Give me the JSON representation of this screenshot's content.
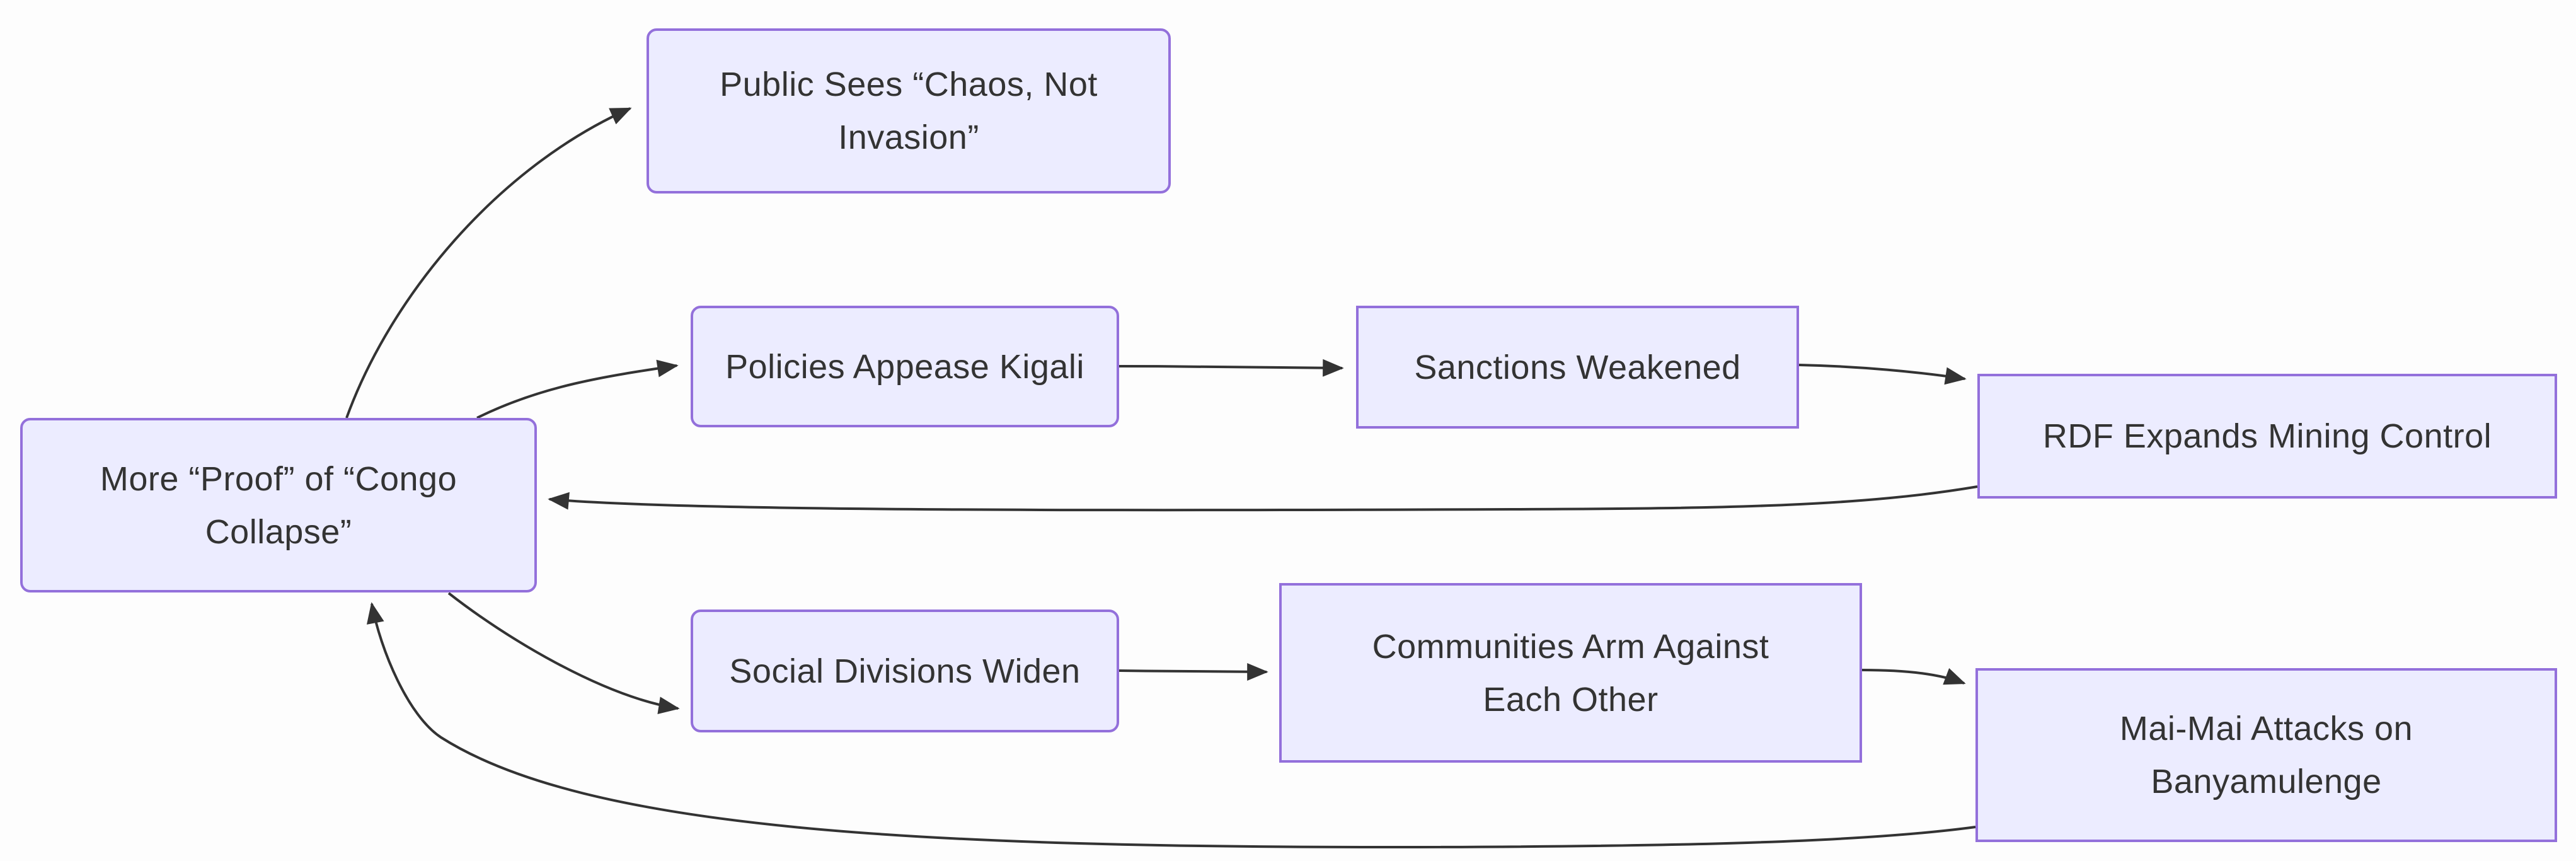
{
  "diagram": {
    "type": "flowchart",
    "direction": "LR",
    "colors": {
      "background": "#fdfdfd",
      "node_fill": "#ECECFF",
      "node_border": "#9370DB",
      "edge_color": "#333333",
      "text_color": "#333333"
    },
    "nodes": {
      "more_proof": {
        "shape": "rounded",
        "lines": [
          "More “Proof” of “Congo",
          "Collapse”"
        ]
      },
      "public_sees": {
        "shape": "rounded",
        "lines": [
          "Public Sees “Chaos, Not",
          "Invasion”"
        ]
      },
      "policies": {
        "shape": "rounded",
        "lines": [
          "Policies Appease Kigali"
        ]
      },
      "sanctions": {
        "shape": "rect",
        "lines": [
          "Sanctions Weakened"
        ]
      },
      "rdf": {
        "shape": "rect",
        "lines": [
          "RDF Expands Mining Control"
        ]
      },
      "social": {
        "shape": "rounded",
        "lines": [
          "Social Divisions Widen"
        ]
      },
      "communities": {
        "shape": "rect",
        "lines": [
          "Communities Arm Against",
          "Each Other"
        ]
      },
      "maimai": {
        "shape": "rect",
        "lines": [
          "Mai-Mai Attacks on",
          "Banyamulenge"
        ]
      }
    },
    "edges": [
      {
        "from": "more_proof",
        "to": "public_sees"
      },
      {
        "from": "more_proof",
        "to": "policies"
      },
      {
        "from": "policies",
        "to": "sanctions"
      },
      {
        "from": "sanctions",
        "to": "rdf"
      },
      {
        "from": "rdf",
        "to": "more_proof"
      },
      {
        "from": "more_proof",
        "to": "social"
      },
      {
        "from": "social",
        "to": "communities"
      },
      {
        "from": "communities",
        "to": "maimai"
      },
      {
        "from": "maimai",
        "to": "more_proof"
      }
    ]
  }
}
